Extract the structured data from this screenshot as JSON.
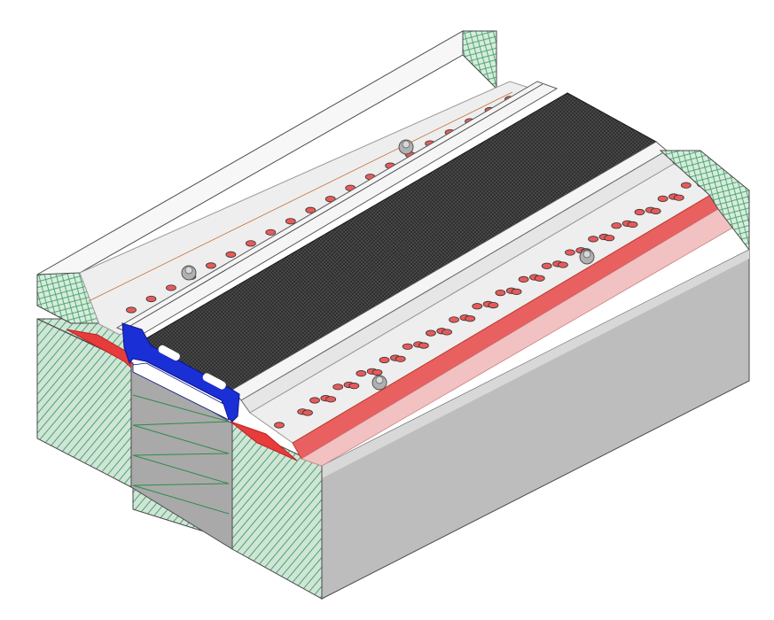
{
  "figure": {
    "kind": "isometric-cutaway-section",
    "background": "#ffffff",
    "text_labels": []
  },
  "palette": {
    "slab_face": "#bdbdbd",
    "slab_face_dark": "#9c9c9c",
    "top_edge_band": "#d8d8d8",
    "concrete_hatch_fill": "#d6ece0",
    "concrete_hatch_line": "#3f9c5a",
    "anchor_plate": "#f1f1f1",
    "anchor_plate_edge": "#9a9a9a",
    "anchor_hole": "#e85a5a",
    "bedding_red": "#e63c3c",
    "bedding_pink": "#f4a7a7",
    "seal_insert": "#2d2d2d",
    "seal_insert_texture": "#555555",
    "edge_profile_blue": "#1a2fd6",
    "gap_white": "#ffffff",
    "outline": "#4a4a4a",
    "bolt_head": "#b0b0b0"
  },
  "components": [
    {
      "name": "concrete-substrate",
      "icon": "hatched-block"
    },
    {
      "name": "anchor-plate-left",
      "icon": "perforated-plate"
    },
    {
      "name": "anchor-plate-right",
      "icon": "perforated-plate"
    },
    {
      "name": "elastomeric-seal-insert",
      "icon": "black-textured-strip"
    },
    {
      "name": "edge-profile",
      "icon": "blue-extrusion"
    },
    {
      "name": "bedding-mortar",
      "icon": "red-strip"
    },
    {
      "name": "anchor-bolts",
      "icon": "bolt-head"
    }
  ]
}
